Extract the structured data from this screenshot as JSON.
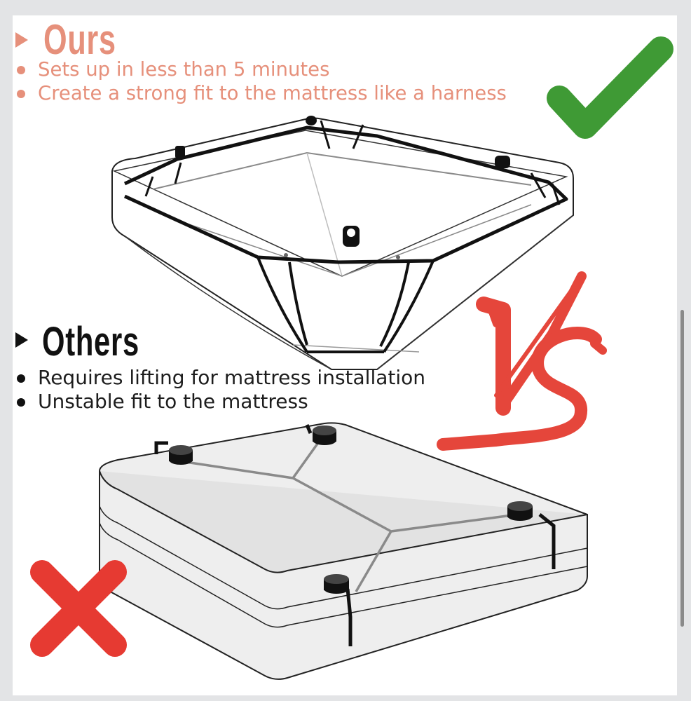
{
  "ours": {
    "title": "Ours",
    "points": [
      "Sets up in less than 5 minutes",
      "Create a strong fit to the mattress like a harness"
    ],
    "color": "#e6907b",
    "verdict_icon": "green-checkmark-icon",
    "verdict_color": "#3f9a35"
  },
  "comparison_mark": {
    "text": "VS",
    "color": "#e5463b"
  },
  "others": {
    "title": "Others",
    "points": [
      "Requires lifting for mattress installation",
      "Unstable fit to the mattress"
    ],
    "color": "#111111",
    "verdict_icon": "red-cross-icon",
    "verdict_color": "#e63a32"
  }
}
